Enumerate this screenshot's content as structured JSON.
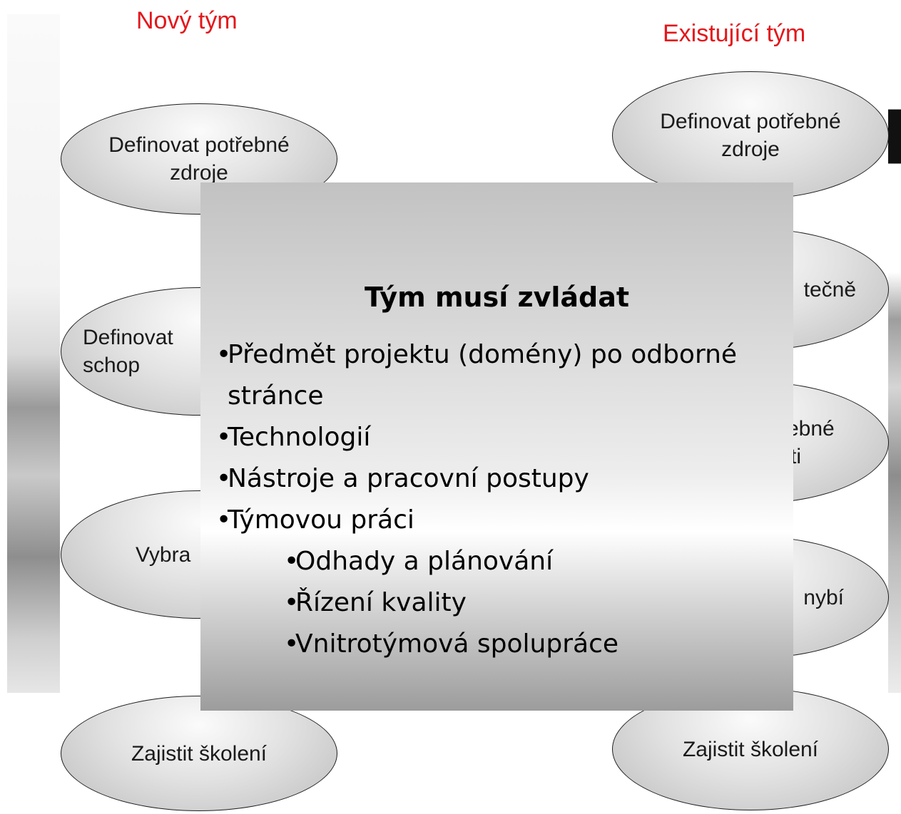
{
  "left_column": {
    "title": "Nový tým",
    "steps": [
      "Definovat potřebné zdroje",
      "Definovat schop",
      "Vybra",
      "",
      "Zajistit školení"
    ]
  },
  "right_column": {
    "title": "Existující tým",
    "steps": [
      "Definovat potřebné zdroje",
      "tečně",
      "řebné sti",
      "nybí",
      "Zajistit školení"
    ]
  },
  "overlay": {
    "title": "Tým musí zvládat",
    "bullets": [
      "Předmět projektu (domény) po odborné stránce",
      "Technologií",
      "Nástroje a pracovní postupy",
      "Týmovou práci",
      "Odhady a plánování",
      "Řízení kvality",
      "Vnitrotýmová spolupráce"
    ]
  }
}
